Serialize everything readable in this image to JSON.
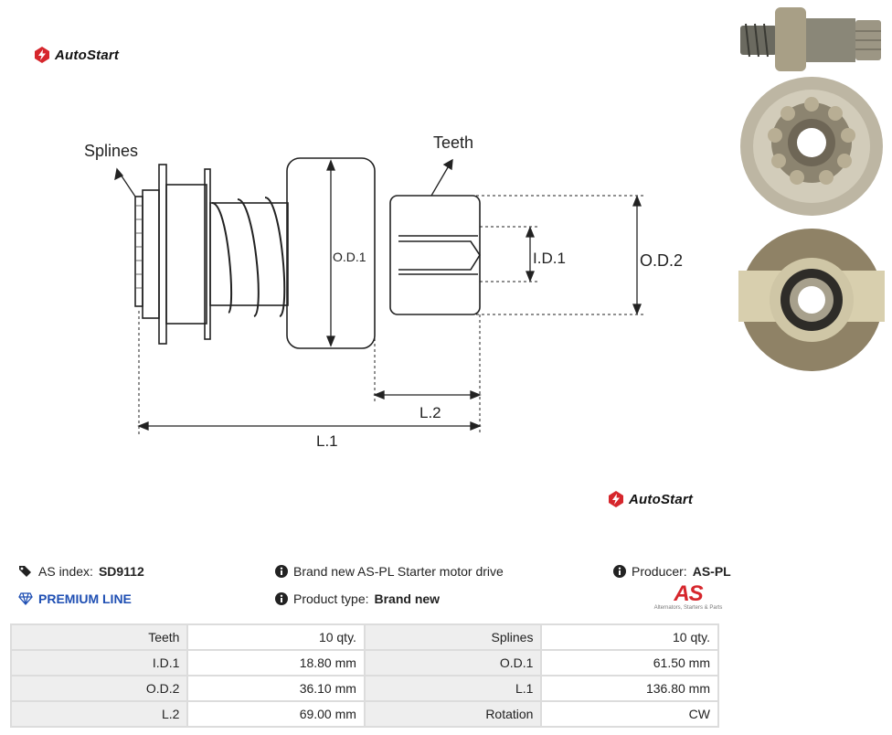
{
  "brand": {
    "name": "AutoStart",
    "logo_color": "#d6262c"
  },
  "drawing": {
    "labels": {
      "splines": "Splines",
      "teeth": "Teeth",
      "od1": "O.D.1",
      "id1": "I.D.1",
      "od2": "O.D.2",
      "l2": "L.2",
      "l1": "L.1"
    }
  },
  "photos": [
    {
      "icon": "starter-drive-side-photo"
    },
    {
      "icon": "starter-drive-front-photo"
    },
    {
      "icon": "starter-drive-back-photo"
    }
  ],
  "info": {
    "as_index_label": "AS index:",
    "as_index_value": "SD9112",
    "premium_line": "PREMIUM LINE",
    "description": "Brand new AS-PL Starter motor drive",
    "product_type_label": "Product type:",
    "product_type_value": "Brand new",
    "producer_label": "Producer:",
    "producer_value": "AS-PL",
    "as_logo_text": "AS",
    "as_logo_sub": "Alternators, Starters & Parts"
  },
  "specs": [
    {
      "label": "Teeth",
      "value": "10 qty.",
      "label2": "Splines",
      "value2": "10 qty."
    },
    {
      "label": "I.D.1",
      "value": "18.80 mm",
      "label2": "O.D.1",
      "value2": "61.50 mm"
    },
    {
      "label": "O.D.2",
      "value": "36.10 mm",
      "label2": "L.1",
      "value2": "136.80 mm"
    },
    {
      "label": "L.2",
      "value": "69.00 mm",
      "label2": "Rotation",
      "value2": "CW"
    }
  ]
}
